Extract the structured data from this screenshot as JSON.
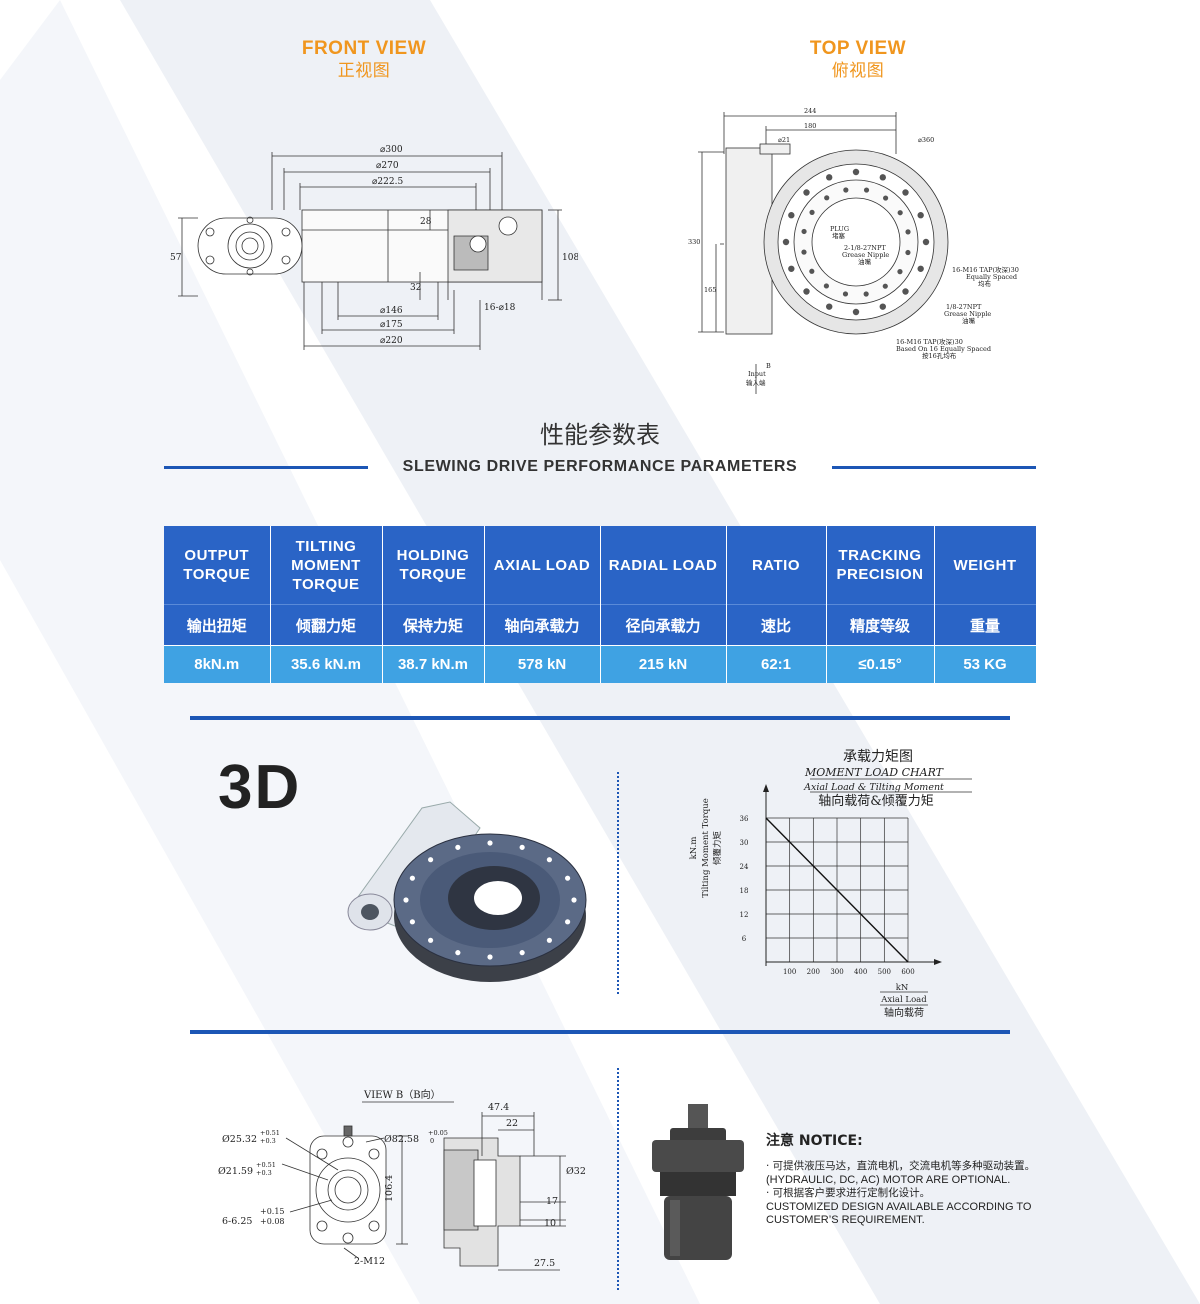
{
  "front_view": {
    "title_en": "FRONT VIEW",
    "title_zh": "正视图",
    "dims": {
      "d300": "⌀300",
      "d270": "⌀270",
      "d222": "⌀222.5",
      "d146": "⌀146",
      "d175": "⌀175",
      "d220": "⌀220",
      "h57": "57",
      "h108": "108",
      "h28": "28",
      "h32": "32",
      "holes": "16-⌀18"
    }
  },
  "top_view": {
    "title_en": "TOP VIEW",
    "title_zh": "俯视图",
    "dims": {
      "w244": "244",
      "w180": "180",
      "d21": "⌀21",
      "d360": "⌀360",
      "h330": "330",
      "h165": "165",
      "plug_en": "PLUG",
      "plug_zh": "堵塞",
      "grease1_en": "2-1/8-27NPT",
      "grease1_en2": "Grease Nipple",
      "grease1_zh": "油嘴",
      "tap1_en": "16-M16 TAP(攻深)30",
      "tap1_en2": "Equally Spaced",
      "tap1_zh": "均布",
      "grease2_en": "1/8-27NPT",
      "grease2_en2": "Grease Nipple",
      "grease2_zh": "油嘴",
      "tap2_en": "16-M16 TAP(攻深)30",
      "tap2_en2": "Based On 16 Equally Spaced",
      "tap2_zh": "按16孔均布",
      "b_label": "B",
      "input_en": "Input",
      "input_zh": "输入端"
    }
  },
  "section": {
    "title_zh": "性能参数表",
    "title_en": "SLEWING DRIVE PERFORMANCE PARAMETERS"
  },
  "table": {
    "headers_en": [
      "OUTPUT\nTORQUE",
      "TILTING\nMOMENT\nTORQUE",
      "HOLDING\nTORQUE",
      "AXIAL LOAD",
      "RADIAL LOAD",
      "RATIO",
      "TRACKING\nPRECISION",
      "WEIGHT"
    ],
    "headers_zh": [
      "输出扭矩",
      "倾翻力矩",
      "保持力矩",
      "轴向承载力",
      "径向承载力",
      "速比",
      "精度等级",
      "重量"
    ],
    "values": [
      "8kN.m",
      "35.6 kN.m",
      "38.7 kN.m",
      "578 kN",
      "215 kN",
      "62:1",
      "≤0.15°",
      "53 KG"
    ]
  },
  "three_d": {
    "title": "3D"
  },
  "chart": {
    "title_zh": "承载力矩图",
    "title_en": "MOMENT LOAD CHART",
    "subtitle_en": "Axial Load & Tilting Moment",
    "subtitle_zh": "轴向载荷&倾覆力矩",
    "ylabel_unit": "kN.m",
    "ylabel_en": "Tilting Moment Torque",
    "ylabel_zh": "倾覆力矩",
    "xlabel_unit": "kN",
    "xlabel_en": "Axial Load",
    "xlabel_zh": "轴向载荷"
  },
  "chart_data": {
    "type": "line",
    "title": "MOMENT LOAD CHART",
    "xlabel": "Axial Load",
    "ylabel": "Tilting Moment Torque",
    "x_ticks": [
      100,
      200,
      300,
      400,
      500,
      600
    ],
    "y_ticks": [
      6,
      12,
      18,
      24,
      30,
      36
    ],
    "xlim": [
      0,
      600
    ],
    "ylim": [
      0,
      36
    ],
    "grid": true,
    "series": [
      {
        "x": [
          0,
          600
        ],
        "y": [
          36,
          0
        ]
      }
    ]
  },
  "view_b": {
    "title": "VIEW B（B向）",
    "dims": {
      "d25": "Ø25.32",
      "d25_tol_up": "+0.51",
      "d25_tol_dn": "+0.3",
      "d21": "Ø21.59",
      "d21_tol_up": "+0.51",
      "d21_tol_dn": "+0.3",
      "spline": "6-6.25",
      "spline_tol_up": "+0.15",
      "spline_tol_dn": "+0.08",
      "d82": "Ø82.58",
      "d82_tol_up": "+0.05",
      "d82_tol_dn": "0",
      "h106": "106.4",
      "m12": "2-M12",
      "w47": "47.4",
      "w22": "22",
      "d32": "Ø32",
      "w17": "17",
      "w10": "10",
      "w27": "27.5"
    }
  },
  "notice": {
    "title": "注意 NOTICE:",
    "lines": [
      "· 可提供液压马达，直流电机，交流电机等多种驱动装置。",
      "(HYDRAULIC, DC, AC) MOTOR ARE OPTIONAL.",
      "· 可根据客户要求进行定制化设计。",
      "CUSTOMIZED DESIGN AVAILABLE ACCORDING TO CUSTOMER’S REQUIREMENT."
    ]
  },
  "colors": {
    "accent_orange": "#f0961e",
    "table_blue": "#2a64c6",
    "table_light": "#3fa2e3",
    "rule_blue": "#1c56b5"
  }
}
